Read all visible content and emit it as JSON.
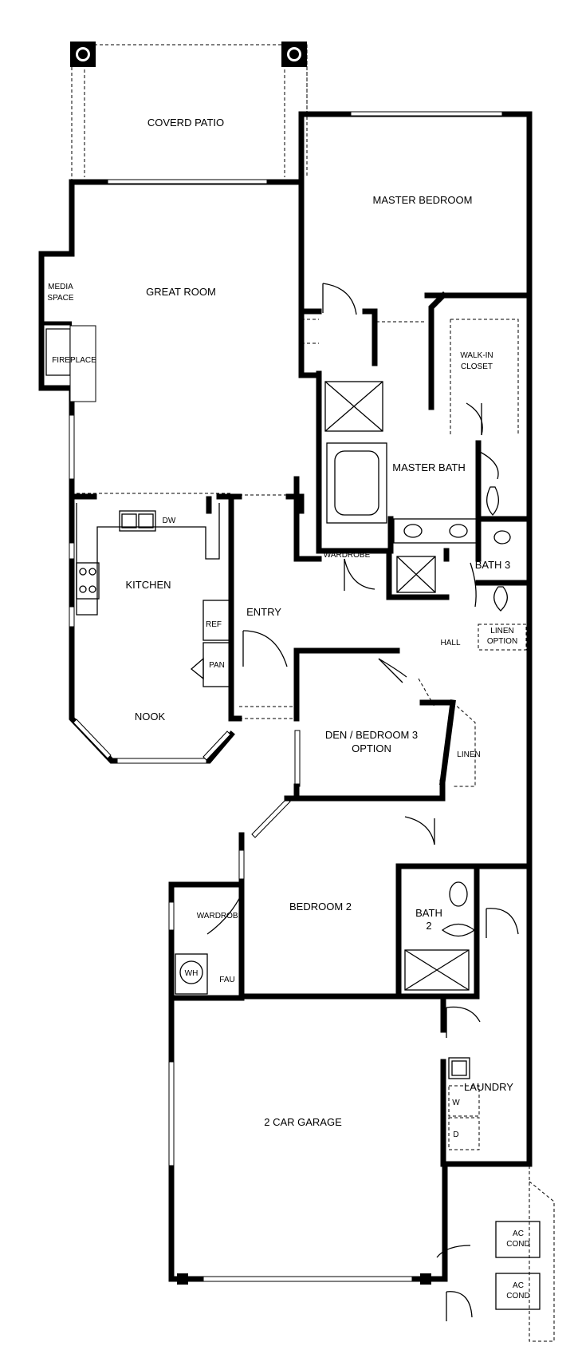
{
  "rooms": {
    "covered_patio": "COVERD PATIO",
    "master_bedroom": "MASTER BEDROOM",
    "media_space_1": "MEDIA",
    "media_space_2": "SPACE",
    "great_room": "GREAT ROOM",
    "fireplace": "FIREPLACE",
    "walk_in_closet_1": "WALK-IN",
    "walk_in_closet_2": "CLOSET",
    "master_bath": "MASTER BATH",
    "dw": "DW",
    "kitchen": "KITCHEN",
    "wardrobe_master": "WARDROBE",
    "bath_3": "BATH 3",
    "ref": "REF",
    "entry": "ENTRY",
    "linen_option_1": "LINEN",
    "linen_option_2": "OPTION",
    "pan": "PAN",
    "hall": "HALL",
    "nook": "NOOK",
    "den_1": "DEN / BEDROOM 3",
    "den_2": "OPTION",
    "linen": "LINEN",
    "bedroom_2": "BEDROOM 2",
    "wardrobe_bed2": "WARDROBE",
    "bath_2_1": "BATH",
    "bath_2_2": "2",
    "wh": "WH",
    "fau": "FAU",
    "laundry": "LAUNDRY",
    "w": "W",
    "d": "D",
    "garage": "2 CAR GARAGE",
    "ac_cond_1a": "AC",
    "ac_cond_1b": "COND",
    "ac_cond_2a": "AC",
    "ac_cond_2b": "COND"
  }
}
